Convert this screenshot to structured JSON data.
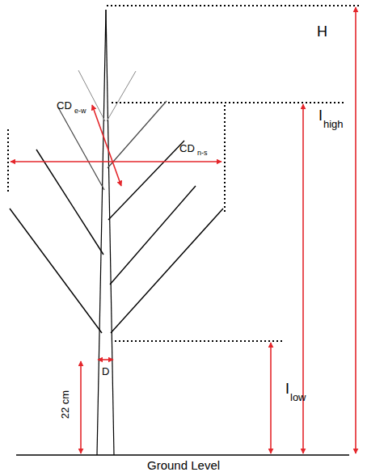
{
  "diagram": {
    "labels": [
      "H",
      "CD",
      "e-w",
      "I",
      "high",
      "CD",
      "n-s",
      "I",
      "low",
      "D",
      "22 cm",
      "Ground Level"
    ]
  }
}
